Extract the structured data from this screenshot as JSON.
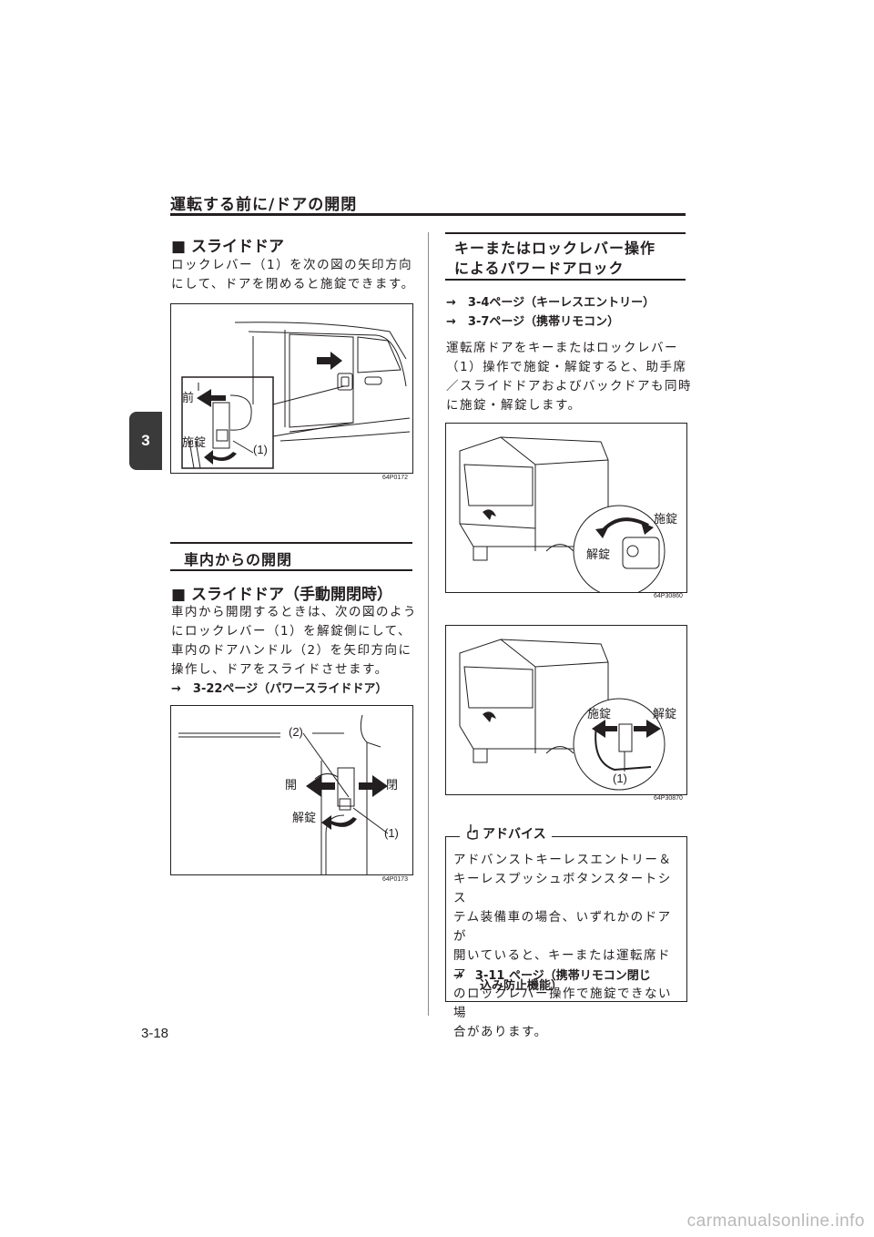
{
  "header": {
    "title": "運転する前に/ドアの開閉",
    "chapter": "3"
  },
  "left": {
    "slide_door_heading": "■ スライドドア",
    "slide_door_text": [
      "ロックレバー（1）を次の図の矢印方向",
      "にして、ドアを閉めると施錠できます。"
    ],
    "fig1": {
      "code": "64P0172",
      "label_front": "前",
      "label_lock": "施錠",
      "label_num": "(1)"
    },
    "section_title": "車内からの開閉",
    "manual_heading": "■ スライドドア（手動開閉時）",
    "manual_text": [
      "車内から開閉するときは、次の図のよう",
      "にロックレバー（1）を解錠側にして、",
      "車内のドアハンドル（2）を矢印方向に",
      "操作し、ドアをスライドさせます。"
    ],
    "manual_ref": "→　3-22ページ（パワースライドドア）",
    "fig2": {
      "code": "64P0173",
      "label_num2": "(2)",
      "label_open_left": "開",
      "label_close_right": "閉",
      "label_unlock": "解錠",
      "label_num1": "(1)"
    }
  },
  "right": {
    "section_title_lines": [
      "キーまたはロックレバー操作",
      "によるパワードアロック"
    ],
    "refs": [
      "→　3-4ページ（キーレスエントリー）",
      "→　3-7ページ（携帯リモコン）"
    ],
    "text": [
      "運転席ドアをキーまたはロックレバー",
      "（1）操作で施錠・解錠すると、助手席",
      "／スライドドアおよびバックドアも同時",
      "に施錠・解錠します。"
    ],
    "fig3": {
      "code": "64P30860",
      "label_lock": "施錠",
      "label_unlock": "解錠"
    },
    "fig4": {
      "code": "64P30870",
      "label_lock": "施錠",
      "label_unlock": "解錠",
      "label_num": "(1)"
    },
    "advice": {
      "title": "アドバイス",
      "text": [
        "アドバンストキーレスエントリー＆",
        "キーレスプッシュボタンスタートシス",
        "テム装備車の場合、いずれかのドアが",
        "開いていると、キーまたは運転席ドア",
        "のロックレバー操作で施錠できない場",
        "合があります。"
      ],
      "ref_line1": "→　3-11 ページ（携帯リモコン閉じ",
      "ref_line2": "込み防止機能）"
    }
  },
  "footer": {
    "page_number": "3-18",
    "watermark": "carmanualsonline.info"
  }
}
